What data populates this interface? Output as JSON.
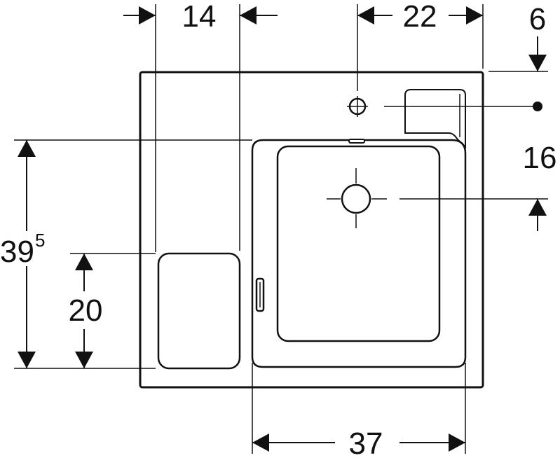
{
  "dimensions": {
    "top_left_width": "14",
    "top_tap_offset": "22",
    "top_right_offset": "6",
    "right_drain_offset": "16",
    "left_total_height": "39",
    "left_total_height_sup": "5",
    "left_tray_height": "20",
    "bottom_basin_width": "37"
  },
  "colors": {
    "line": "#111111",
    "background": "#ffffff"
  }
}
